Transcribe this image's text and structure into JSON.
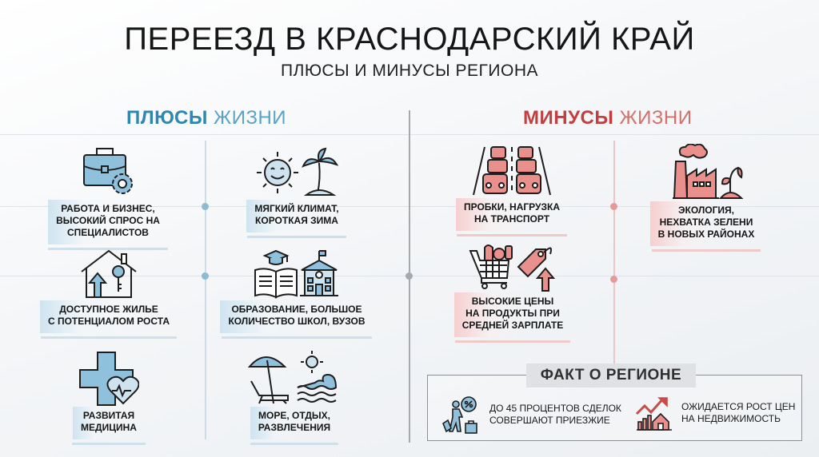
{
  "header": {
    "title": "ПЕРЕЕЗД В КРАСНОДАРСКИЙ КРАЙ",
    "subtitle": "ПЛЮСЫ И МИНУСЫ РЕГИОНА"
  },
  "colors": {
    "pros_accent": "#2f86b0",
    "pros_icon_fill": "#8fc0dc",
    "cons_accent": "#c23f3f",
    "cons_icon_fill": "#e9908d",
    "divider": "#a6aaae"
  },
  "pros": {
    "heading_bold": "ПЛЮСЫ",
    "heading_light": "ЖИЗНИ",
    "items": [
      {
        "icon": "briefcase-gear-icon",
        "lines": [
          "РАБОТА И БИЗНЕС,",
          "ВЫСОКИЙ СПРОС НА",
          "СПЕЦИАЛИСТОВ"
        ]
      },
      {
        "icon": "sun-palm-icon",
        "lines": [
          "МЯГКИЙ КЛИМАТ,",
          "КОРОТКАЯ ЗИМА"
        ]
      },
      {
        "icon": "house-key-icon",
        "lines": [
          "ДОСТУПНОЕ ЖИЛЬЕ",
          "С ПОТЕНЦИАЛОМ РОСТА"
        ]
      },
      {
        "icon": "book-school-icon",
        "lines": [
          "ОБРАЗОВАНИЕ, БОЛЬШОЕ",
          "КОЛИЧЕСТВО ШКОЛ, ВУЗОВ"
        ]
      },
      {
        "icon": "medical-cross-heart-icon",
        "lines": [
          "РАЗВИТАЯ",
          "МЕДИЦИНА"
        ]
      },
      {
        "icon": "beach-umbrella-wave-icon",
        "lines": [
          "МОРЕ, ОТДЫХ,",
          "РАЗВЛЕЧЕНИЯ"
        ]
      }
    ]
  },
  "cons": {
    "heading_bold": "МИНУСЫ",
    "heading_light": "ЖИЗНИ",
    "items": [
      {
        "icon": "traffic-jam-icon",
        "lines": [
          "ПРОБКИ, НАГРУЗКА",
          "НА ТРАНСПОРТ"
        ]
      },
      {
        "icon": "factory-wilted-plant-icon",
        "lines": [
          "ЭКОЛОГИЯ,",
          "НЕХВАТКА ЗЕЛЕНИ",
          "В НОВЫХ РАЙОНАХ"
        ]
      },
      {
        "icon": "cart-price-tag-up-icon",
        "lines": [
          "ВЫСОКИЕ ЦЕНЫ",
          "НА ПРОДУКТЫ ПРИ",
          "СРЕДНЕЙ ЗАРПЛАТЕ"
        ]
      }
    ]
  },
  "fact": {
    "title": "ФАКТ О РЕГИОНЕ",
    "items": [
      {
        "icon": "traveler-percent-icon",
        "lines": [
          "ДО 45 ПРОЦЕНТОВ СДЕЛОК",
          "СОВЕРШАЮТ ПРИЕЗЖИЕ"
        ]
      },
      {
        "icon": "price-growth-house-icon",
        "lines": [
          "ОЖИДАЕТСЯ РОСТ ЦЕН",
          "НА НЕДВИЖИМОСТЬ"
        ]
      }
    ]
  }
}
